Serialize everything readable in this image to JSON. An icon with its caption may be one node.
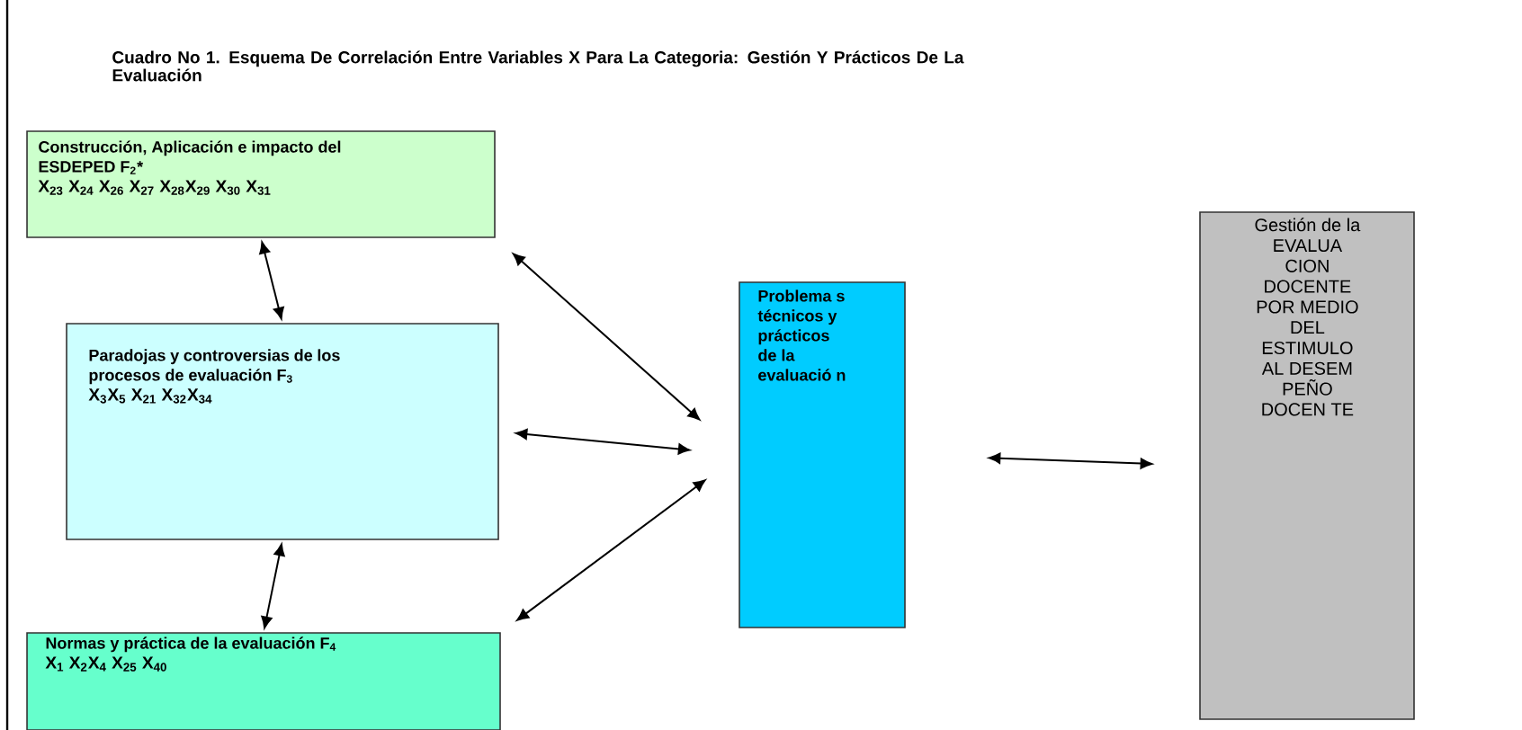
{
  "diagram": {
    "title": "Cuadro No 1. Esquema De Correlación Entre Variables X Para La Categoria: Gestión Y Prácticos De La Evaluación",
    "nodes": [
      {
        "text": [
          "Construcción, Aplicación e impacto del ESDEPED F$_{2}$*",
          "X$_{23}$ X$_{24}$ X$_{26}$ X$_{27}$ X$_{28}$X$_{29}$ X$_{30}$ X$_{31}$"
        ]
      },
      {
        "text": [
          "Paradojas y controversias de los procesos de evaluación F$_{3}$",
          "X$_{3}$X$_{5}$ X$_{21}$ X$_{32}$X$_{34}$"
        ]
      },
      {
        "text": [
          "Normas y práctica de la evaluación F$_{4}$",
          "X$_{1}$ X$_{2}$X$_{4}$ X$_{25}$ X$_{40}$"
        ]
      },
      {
        "text": [
          "Problema s técnicos y prácticos de la evaluació n"
        ]
      },
      {
        "text": [
          "Gestión de la EVALUA CION DOCENTE POR MEDIO DEL ESTIMULO AL DESEM PEÑO DOCEN TE"
        ]
      }
    ],
    "edges": [
      {
        "from": 0,
        "to": 1,
        "arrow": "both"
      },
      {
        "from": 1,
        "to": 2,
        "arrow": "both"
      },
      {
        "from": 0,
        "to": 3,
        "arrow": "both"
      },
      {
        "from": 1,
        "to": 3,
        "arrow": "both"
      },
      {
        "from": 2,
        "to": 3,
        "arrow": "both"
      },
      {
        "from": 3,
        "to": 4,
        "arrow": "both"
      }
    ]
  }
}
